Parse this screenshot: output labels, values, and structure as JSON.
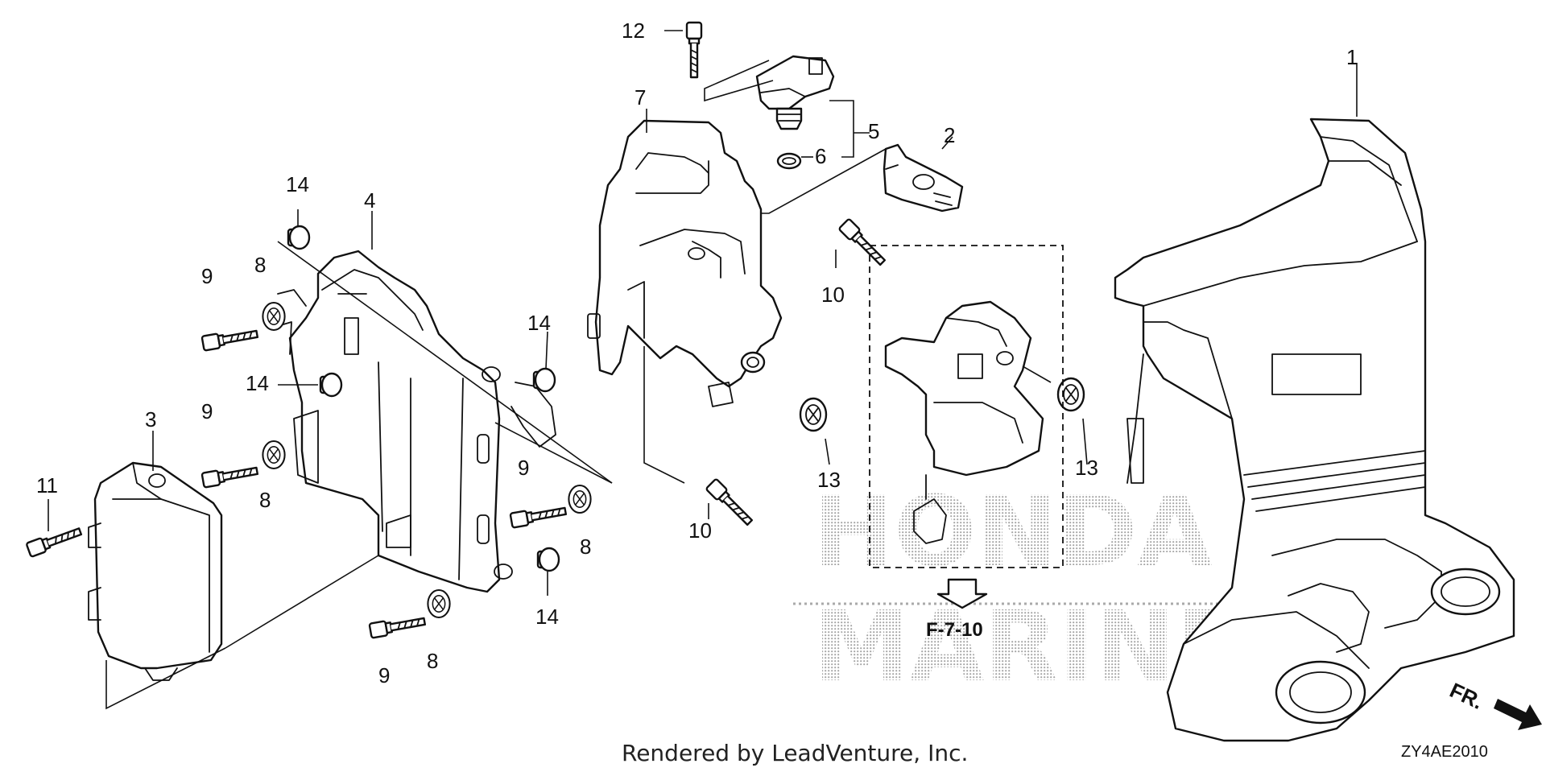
{
  "callouts": {
    "c1": "1",
    "c2": "2",
    "c3": "3",
    "c4": "4",
    "c5": "5",
    "c6": "6",
    "c7": "7",
    "c8a": "8",
    "c8b": "8",
    "c8c": "8",
    "c8d": "8",
    "c9a": "9",
    "c9b": "9",
    "c9c": "9",
    "c9d": "9",
    "c10a": "10",
    "c10b": "10",
    "c11": "11",
    "c12": "12",
    "c13a": "13",
    "c13b": "13",
    "c14a": "14",
    "c14b": "14",
    "c14c": "14",
    "c14d": "14"
  },
  "reference": {
    "label": "F-7-10"
  },
  "watermark": {
    "line1": "HONDA",
    "line2": "MARINE"
  },
  "footer": {
    "rendered_by": "Rendered by LeadVenture, Inc.",
    "diagram_code": "ZY4AE2010"
  },
  "direction": {
    "label": "FR."
  }
}
